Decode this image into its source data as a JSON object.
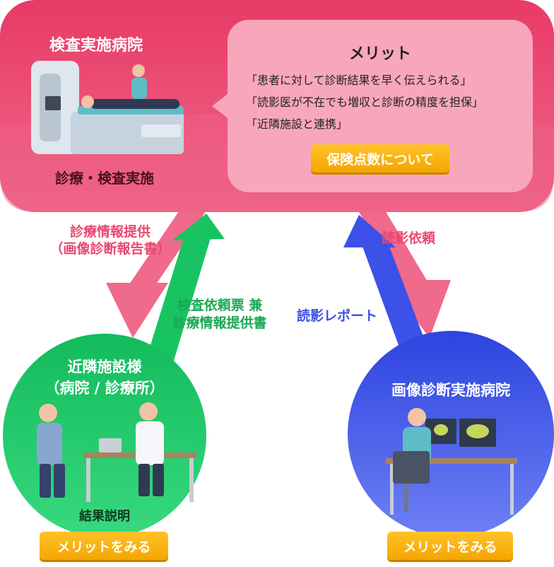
{
  "exam_hospital": {
    "title": "検査実施病院",
    "caption": "診療・検査実施",
    "merit_title": "メリット",
    "merits": [
      "「患者に対して診断結果を早く伝えられる」",
      "「読影医が不在でも増収と診断の精度を担保」",
      "「近隣施設と連携」"
    ],
    "insurance_button": "保険点数について"
  },
  "arrows": {
    "info_provision_line1": "診療情報提供",
    "info_provision_line2": "（画像診断報告書）",
    "request_line1": "検査依頼票 兼",
    "request_line2": "診療情報提供書",
    "reading_request": "読影依頼",
    "reading_report": "読影レポート"
  },
  "nearby": {
    "title_line1": "近隣施設様",
    "title_line2": "（病院 / 診療所）",
    "caption": "結果説明",
    "button": "メリットをみる"
  },
  "imaging_center": {
    "title": "画像診断実施病院",
    "button": "メリットをみる"
  },
  "colors": {
    "pink": "#e9476f",
    "green": "#1fc466",
    "blue": "#3a50e6",
    "orange": "#f5a800"
  }
}
